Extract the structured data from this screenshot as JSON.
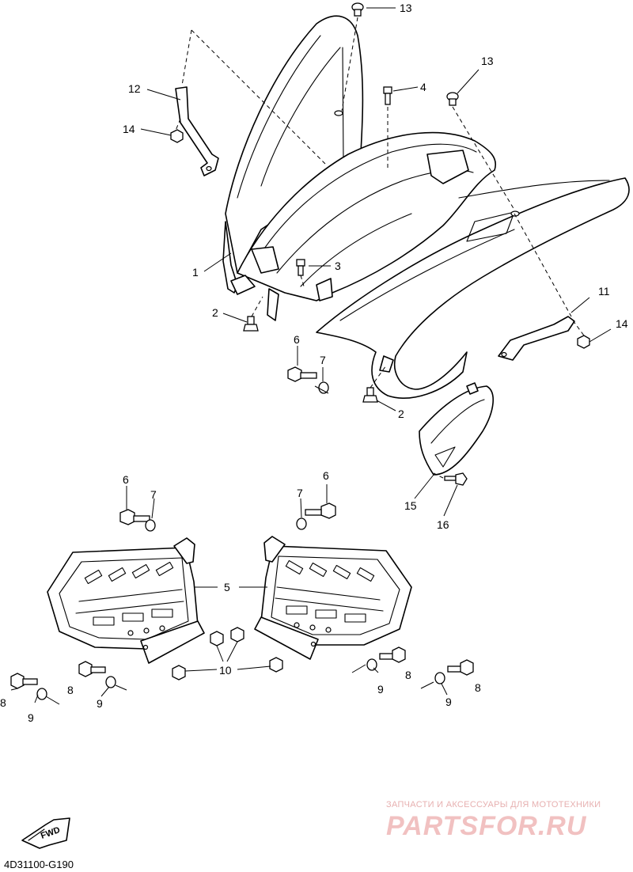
{
  "diagram": {
    "callouts": {
      "c1": "1",
      "c2a": "2",
      "c2b": "2",
      "c3": "3",
      "c4": "4",
      "c5": "5",
      "c6a": "6",
      "c6b": "6",
      "c6c": "6",
      "c7a": "7",
      "c7b": "7",
      "c7c": "7",
      "c8a": "8",
      "c8b": "8",
      "c8c": "8",
      "c8d": "8",
      "c9a": "9",
      "c9b": "9",
      "c9c": "9",
      "c9d": "9",
      "c10": "10",
      "c11": "11",
      "c12": "12",
      "c13a": "13",
      "c13b": "13",
      "c14a": "14",
      "c14b": "14",
      "c15": "15",
      "c16": "16"
    },
    "fwd_label": "FWD",
    "drawing_code": "4D31100-G190"
  },
  "watermark": {
    "subtitle": "ЗАПЧАСТИ И АКСЕССУАРЫ ДЛЯ МОТОТЕХНИКИ",
    "brand": "PARTSFOR.RU"
  }
}
